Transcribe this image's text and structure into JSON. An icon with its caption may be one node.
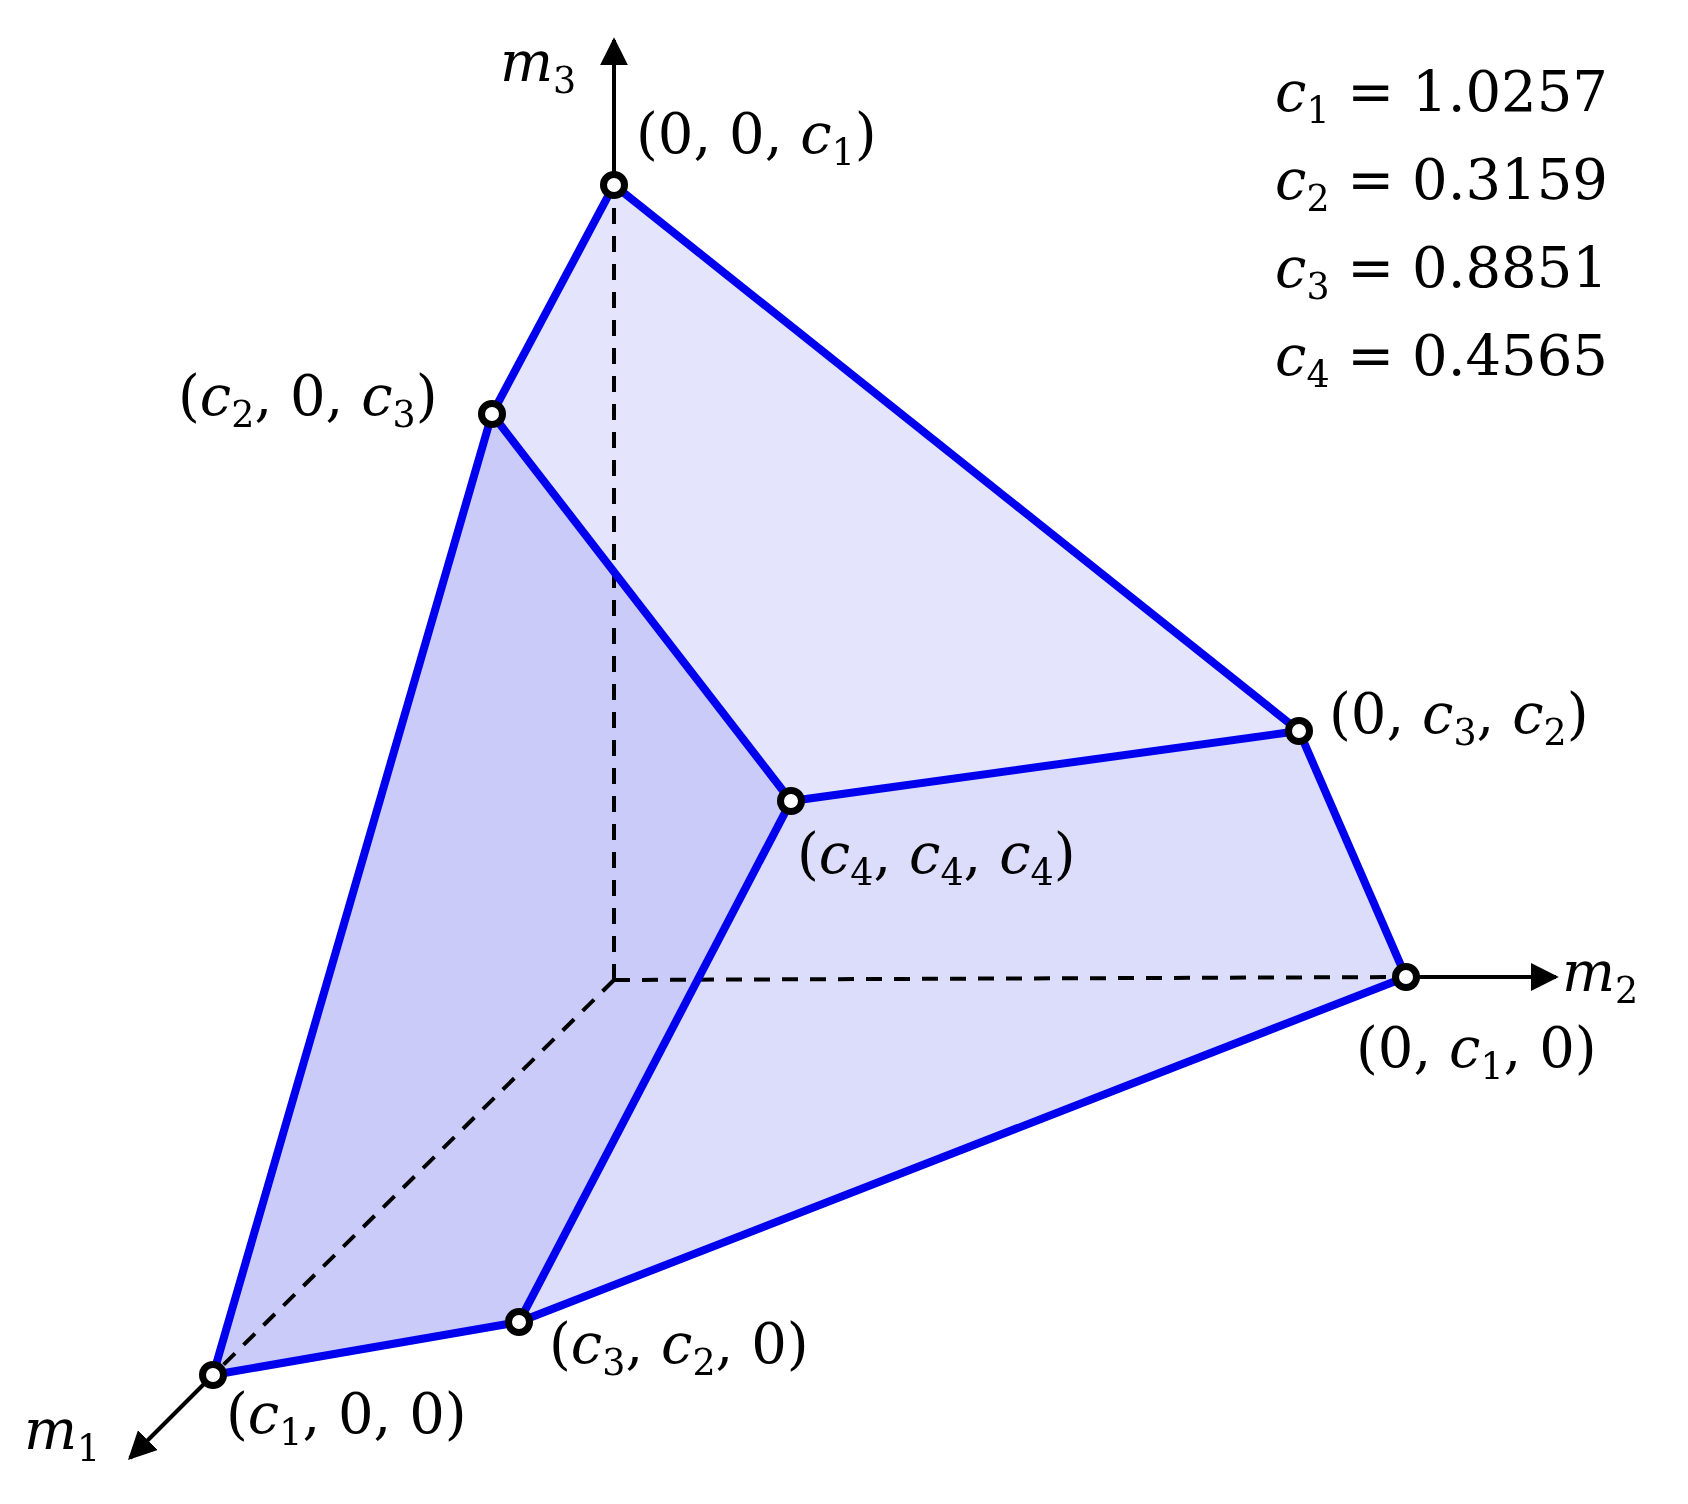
{
  "diagram": {
    "nodes": [
      {
        "text": [],
        "shape": "circle",
        "beside": [
          "(0, 0, *c*$_{1}$)"
        ]
      },
      {
        "text": [],
        "shape": "circle",
        "beside": [
          "(*c*$_{2}$, 0, *c*$_{3}$)"
        ]
      },
      {
        "text": [],
        "shape": "circle",
        "beside": [
          "(0, *c*$_{3}$, *c*$_{2}$)"
        ]
      },
      {
        "text": [],
        "shape": "circle",
        "beside": [
          "(*c*$_{4}$, *c*$_{4}$, *c*$_{4}$)"
        ]
      },
      {
        "text": [],
        "shape": "circle",
        "beside": [
          "(0, *c*$_{1}$, 0)"
        ]
      },
      {
        "text": [],
        "shape": "circle",
        "beside": [
          "(*c*$_{3}$, *c*$_{2}$, 0)"
        ]
      },
      {
        "text": [],
        "shape": "circle",
        "beside": [
          "(*c*$_{1}$, 0, 0)"
        ]
      }
    ],
    "edges": [
      {
        "from": 0,
        "to": 1,
        "arrow": "none"
      },
      {
        "from": 0,
        "to": 2,
        "arrow": "none"
      },
      {
        "from": 1,
        "to": 3,
        "arrow": "none"
      },
      {
        "from": 1,
        "to": 6,
        "arrow": "none"
      },
      {
        "from": 2,
        "to": 3,
        "arrow": "none"
      },
      {
        "from": 2,
        "to": 4,
        "arrow": "none"
      },
      {
        "from": 3,
        "to": 5,
        "arrow": "none"
      },
      {
        "from": 6,
        "to": 5,
        "arrow": "none"
      },
      {
        "from": 5,
        "to": 4,
        "arrow": "none"
      }
    ],
    "labels": [
      "*m*$_{3}$",
      "*c*$_{1}$ = 1.0257",
      "*c*$_{2}$ = 0.3159",
      "*c*$_{3}$ = 0.8851",
      "*c*$_{4}$ = 0.4565",
      "*m*$_{2}$",
      "*m*$_{1}$"
    ]
  }
}
